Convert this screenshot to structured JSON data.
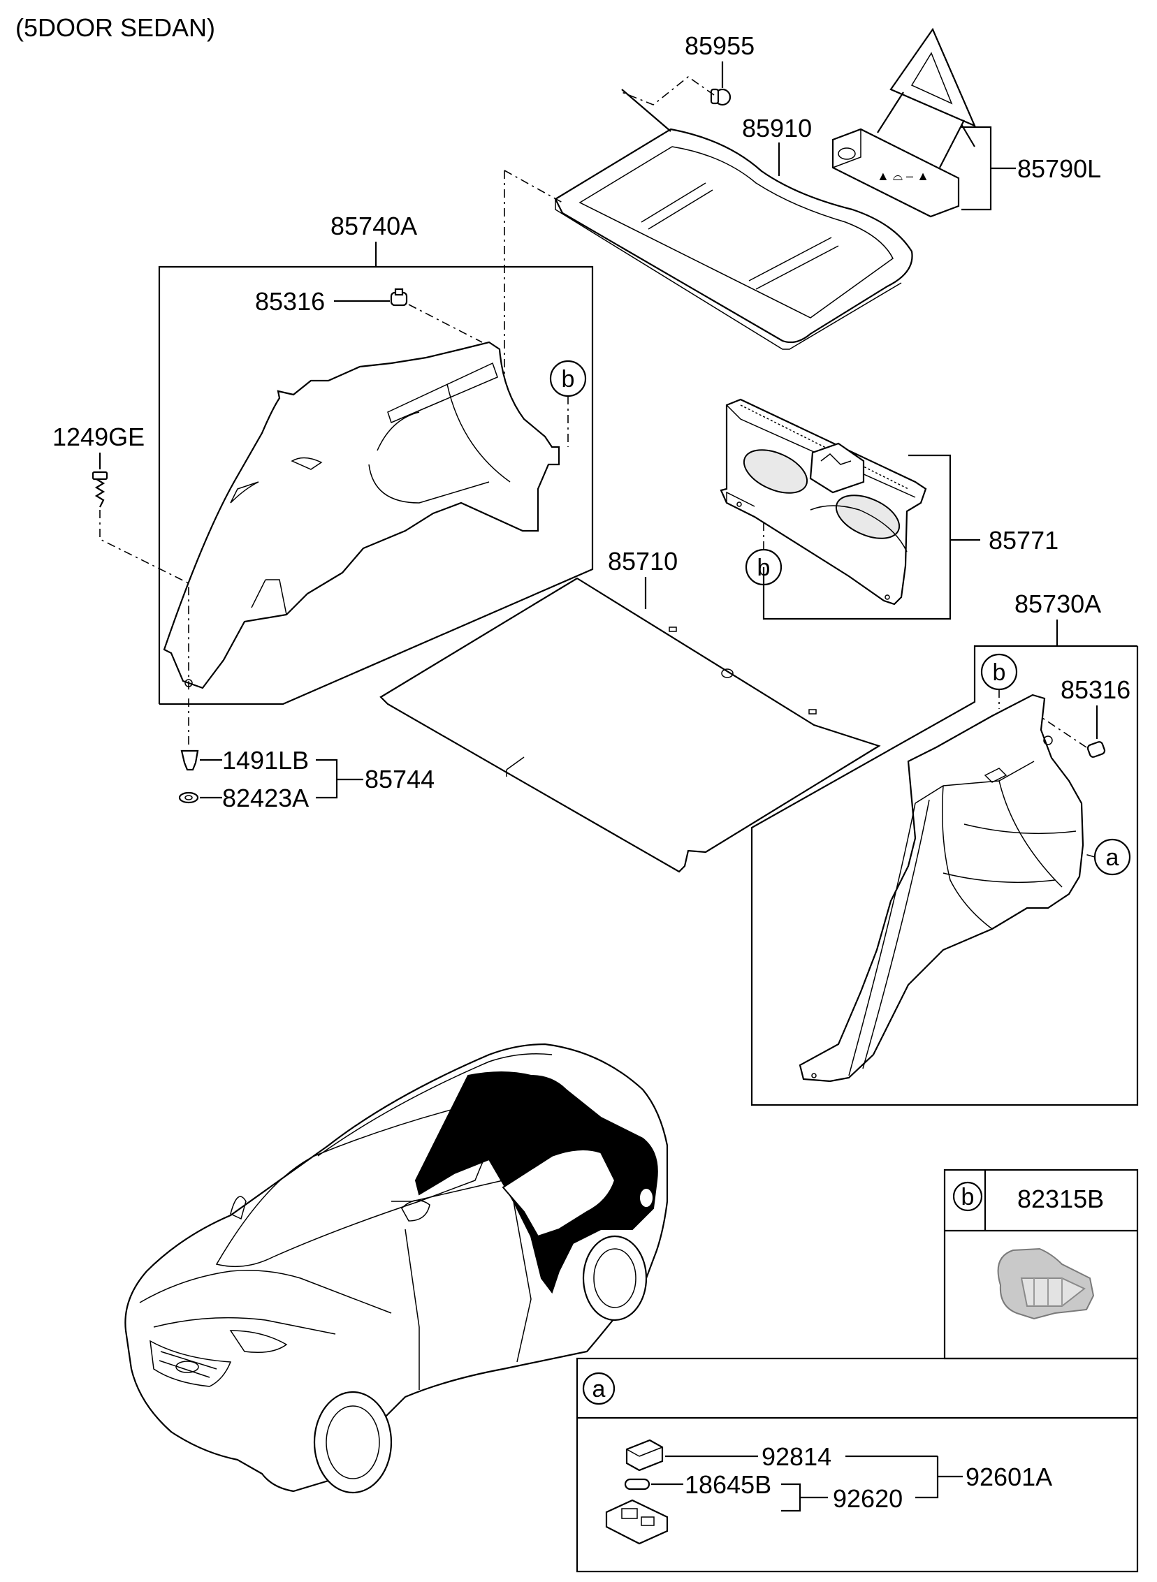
{
  "title": "(5DOOR SEDAN)",
  "parts": {
    "p85955": "85955",
    "p85910": "85910",
    "p85790L": "85790L",
    "p85740A": "85740A",
    "p85316_left": "85316",
    "p1249GE": "1249GE",
    "p85771": "85771",
    "p85710": "85710",
    "p85730A": "85730A",
    "p85316_right": "85316",
    "p1491LB": "1491LB",
    "p82423A": "82423A",
    "p85744": "85744",
    "p82315B": "82315B",
    "p92814": "92814",
    "p18645B": "18645B",
    "p92620": "92620",
    "p92601A": "92601A"
  },
  "callouts": {
    "b": "b",
    "a": "a"
  }
}
